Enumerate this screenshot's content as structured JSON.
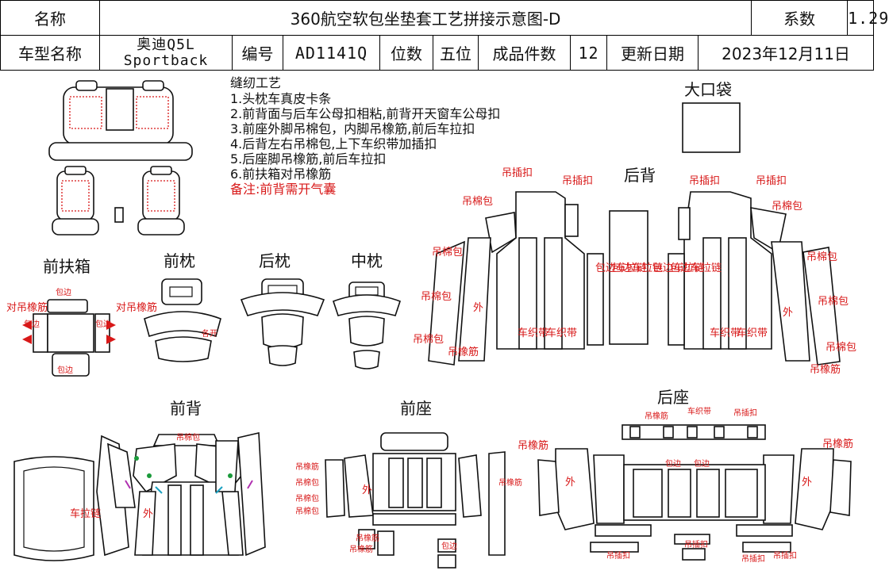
{
  "header": {
    "name_label": "名称",
    "title": "360航空软包坐垫套工艺拼接示意图-D",
    "coef_label": "系数",
    "coef_value": "1.29",
    "model_label": "车型名称",
    "model_line1": "奥迪Q5L",
    "model_line2": "Sportback",
    "code_label": "编号",
    "code_value": "AD1141Q",
    "seats_label": "位数",
    "seats_value": "五位",
    "pieces_label": "成品件数",
    "pieces_value": "12",
    "date_label": "更新日期",
    "date_value": "2023年12月11日"
  },
  "process": {
    "title": "缝纫工艺",
    "steps": [
      "1.头枕车真皮卡条",
      "2.前背面与后车公母扣相粘,前背开天窗车公母扣",
      "3.前座外脚吊棉包，内脚吊橡筋,前后车拉扣",
      "4.后背左右吊棉包,上下车织带加插扣",
      "5.后座脚吊橡筋,前后车拉扣",
      "6.前扶箱对吊橡筋"
    ],
    "note": "备注:前背需开气囊"
  },
  "sections": {
    "big_pocket": "大口袋",
    "rear_back": "后背",
    "front_armrest": "前扶箱",
    "front_headrest": "前枕",
    "rear_headrest": "后枕",
    "middle_headrest": "中枕",
    "front_back": "前背",
    "front_seat": "前座",
    "rear_seat": "后座"
  },
  "labels": {
    "hang_cotton": "吊棉包",
    "hang_buckle": "吊插扣",
    "hang_elastic": "吊橡筋",
    "outer": "外",
    "car_strap": "车织带",
    "edge_zipper": "包边车拉链",
    "edge": "包边",
    "pair_elastic": "对吊橡筋",
    "split_open": "各开",
    "car_zipper": "车拉链"
  },
  "colors": {
    "line": "#111111",
    "annotation": "#d81818",
    "green_mark": "#1a9a3a",
    "magenta_mark": "#b030b0",
    "cyan_mark": "#1aa0c0"
  }
}
